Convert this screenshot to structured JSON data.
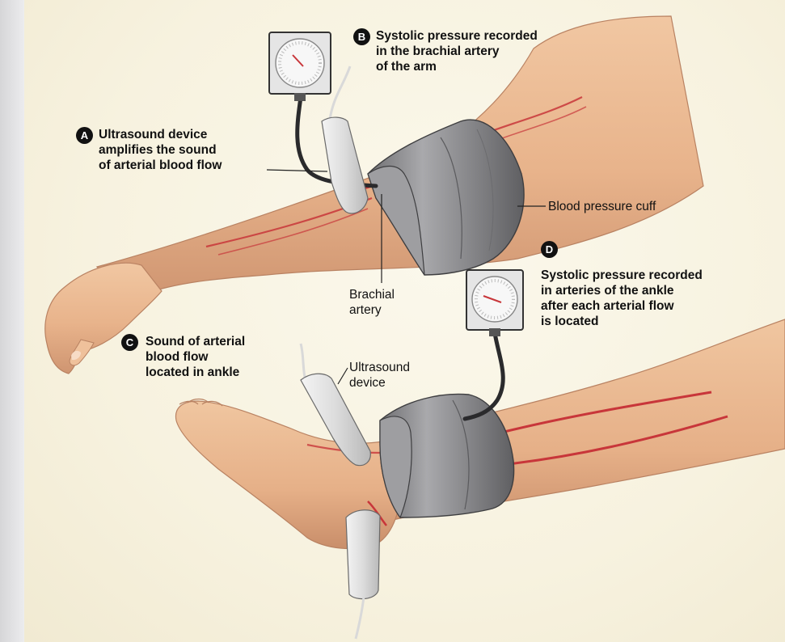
{
  "labels": {
    "a": {
      "marker": "A",
      "lines": [
        "Ultrasound device",
        "amplifies the sound",
        "of arterial blood flow"
      ]
    },
    "b": {
      "marker": "B",
      "lines": [
        "Systolic pressure recorded",
        "in the brachial artery",
        "of the arm"
      ]
    },
    "c": {
      "marker": "C",
      "lines": [
        "Sound of arterial",
        "blood flow",
        "located in ankle"
      ]
    },
    "d": {
      "marker": "D",
      "lines": [
        "Systolic pressure recorded",
        "in arteries of the ankle",
        "after each arterial flow",
        "is located"
      ]
    },
    "cuff": {
      "lines": [
        "Blood pressure cuff"
      ]
    },
    "brachial": {
      "lines": [
        "Brachial",
        "artery"
      ]
    },
    "ultrasound_device": {
      "lines": [
        "Ultrasound",
        "device"
      ]
    }
  },
  "colors": {
    "skin": "#e9b58e",
    "skin_shadow": "#cf9872",
    "artery": "#c8363a",
    "cuff": "#8c8c8c",
    "cuff_light": "#b9b9b9",
    "background": "#f8f3e1"
  }
}
